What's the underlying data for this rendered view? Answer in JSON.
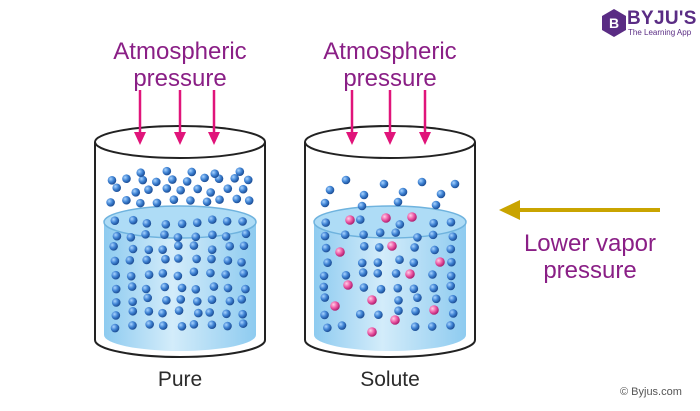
{
  "logo": {
    "brand": "BYJU'S",
    "tagline": "The Learning App",
    "mark": "B",
    "color": "#5a2c84"
  },
  "left_beaker": {
    "top_label": [
      "Atmospheric",
      "pressure"
    ],
    "bottom_label": "Pure"
  },
  "right_beaker": {
    "top_label": [
      "Atmospheric",
      "pressure"
    ],
    "bottom_label": "Solute"
  },
  "side_arrow": {
    "label": [
      "Lower vapor",
      "pressure"
    ]
  },
  "copyright": "© Byjus.com",
  "colors": {
    "label_purple": "#8a1f86",
    "pressure_arrow": "#e0147a",
    "side_arrow": "#c9a400",
    "solvent_particle": "#2f6fc0",
    "solute_particle": "#e8499a",
    "liquid": "#bfe3f7"
  },
  "icons": [
    "pressure-arrow-icon",
    "vapor-arrow-icon",
    "byjus-logo-icon"
  ]
}
